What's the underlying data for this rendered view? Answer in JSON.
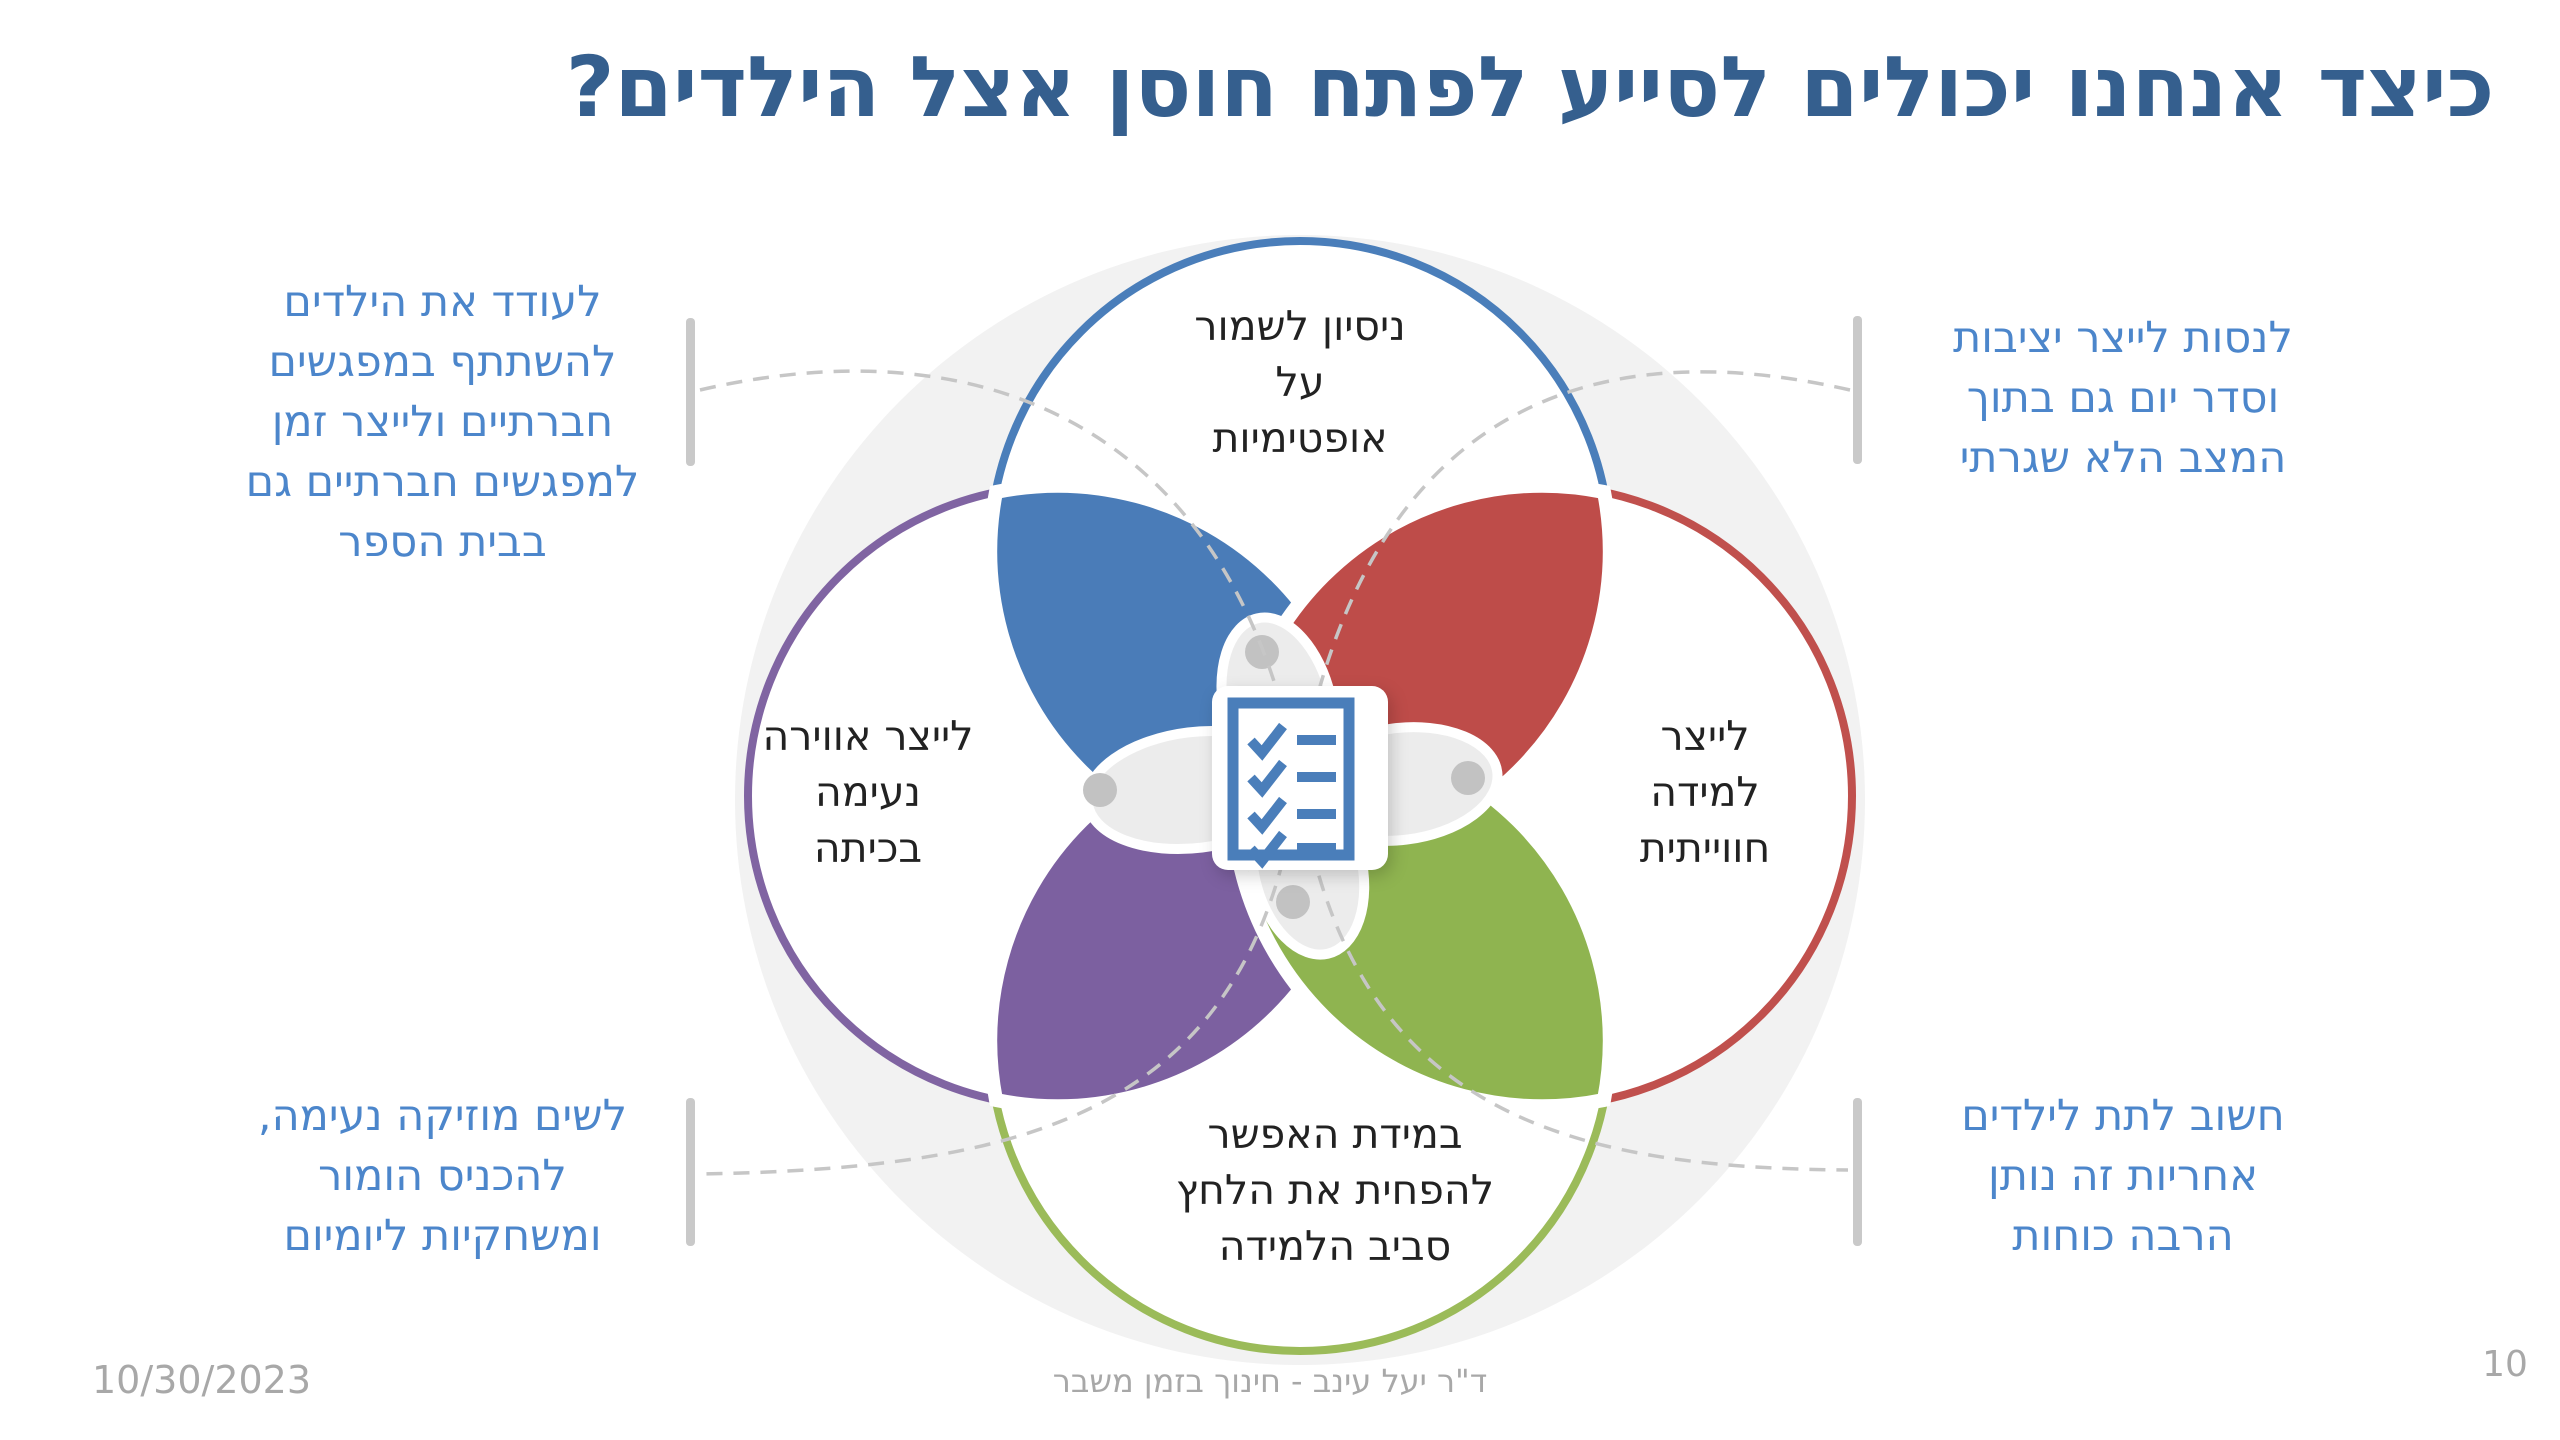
{
  "slide": {
    "title": "כיצד אנחנו יכולים לסייע לפתח חוסן אצל הילדים?",
    "footer": {
      "date": "10/30/2023",
      "credit": "ד\"ר יעל עינב  - חינוך בזמן משבר",
      "page": "10"
    }
  },
  "callouts": {
    "top_left": "לעודד את הילדים\nלהשתתף במפגשים\nחברתיים ולייצר זמן\nלמפגשים חברתיים גם\nבבית הספר",
    "top_right": "לנסות לייצר יציבות\nוסדר יום גם בתוך\nהמצב הלא שגרתי",
    "bottom_left": "לשים מוזיקה נעימה,\nלהכניס הומור\nומשחקיות ליומיום",
    "bottom_right": "חשוב לתת לילדים\nאחריות זה נותן\nהרבה כוחות"
  },
  "diagram": {
    "top_circle_label": "ניסיון לשמור\nעל\nאופטימיות",
    "right_circle_label": "לייצר\nלמידה\nחווייתית",
    "bottom_circle_label": "במידת האפשר\nלהפחית את הלחץ\nסביב הלמידה",
    "left_circle_label": "לייצר אווירה\nנעימה\nבכיתה",
    "center_icon": "checklist-icon",
    "colors": {
      "title_blue": "#355F8E",
      "callout_blue": "#4C86CB",
      "circle_blue": "#4A7EBA",
      "circle_red": "#C0504D",
      "circle_green": "#9BBB59",
      "circle_purple": "#8064A2",
      "background_circle": "#F2F2F2",
      "center_lens_gray": "#ECECEC",
      "dot_gray": "#C2C2C2",
      "connector_gray": "#C6C6C6",
      "footer_gray": "#A8A8A8"
    }
  }
}
